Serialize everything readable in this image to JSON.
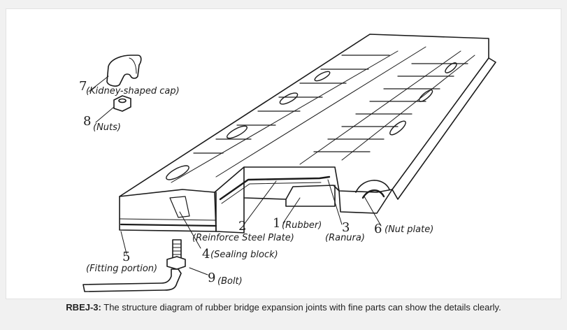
{
  "diagram": {
    "parts": [
      {
        "number": "1",
        "label": "(Rubber)"
      },
      {
        "number": "2",
        "label": "(Reinforce Steel Plate)"
      },
      {
        "number": "3",
        "label": "(Ranura)"
      },
      {
        "number": "4",
        "label": "(Sealing block)"
      },
      {
        "number": "5",
        "label": "(Fitting portion)"
      },
      {
        "number": "6",
        "label": "(Nut plate)"
      },
      {
        "number": "7",
        "label": "(Kidney-shaped cap)"
      },
      {
        "number": "8",
        "label": "(Nuts)"
      },
      {
        "number": "9",
        "label": "(Bolt)"
      }
    ]
  },
  "caption": {
    "prefix": "RBEJ-3:",
    "text": " The structure diagram of rubber bridge expansion joints with fine parts can show the details clearly."
  }
}
